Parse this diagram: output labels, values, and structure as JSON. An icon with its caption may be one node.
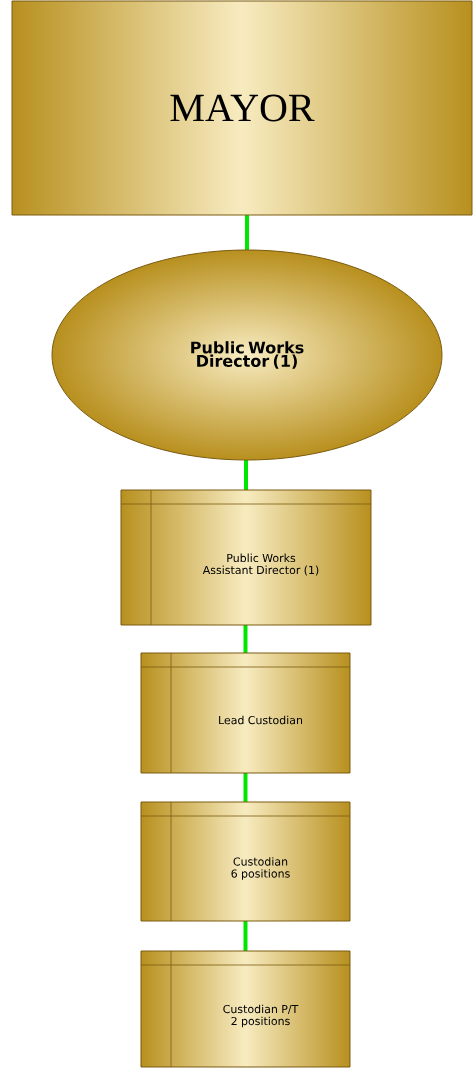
{
  "diagram": {
    "nodes": [
      {
        "text": [
          "MAYOR"
        ]
      },
      {
        "text": [
          "Public Works Director (1)"
        ]
      },
      {
        "text": [
          "Public Works Assistant Director (1)"
        ]
      },
      {
        "text": [
          "Lead Custodian"
        ]
      },
      {
        "text": [
          "Custodian 6 positions"
        ]
      },
      {
        "text": [
          "Custodian P/T 2 positions"
        ]
      }
    ],
    "edges": [
      {
        "from": 0,
        "to": 1,
        "arrow": "none"
      },
      {
        "from": 1,
        "to": 2,
        "arrow": "none"
      },
      {
        "from": 2,
        "to": 3,
        "arrow": "none"
      },
      {
        "from": 3,
        "to": 4,
        "arrow": "none"
      },
      {
        "from": 4,
        "to": 5,
        "arrow": "none"
      }
    ]
  }
}
